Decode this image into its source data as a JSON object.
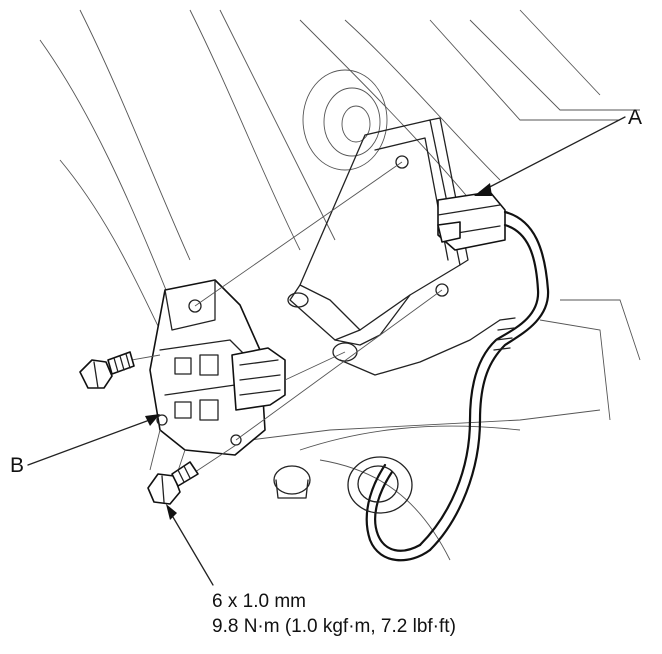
{
  "callouts": {
    "a": "A",
    "b": "B"
  },
  "fastener_spec": {
    "size": "6 x 1.0 mm",
    "torque": "9.8 N·m (1.0 kgf·m, 7.2 lbf·ft)"
  }
}
